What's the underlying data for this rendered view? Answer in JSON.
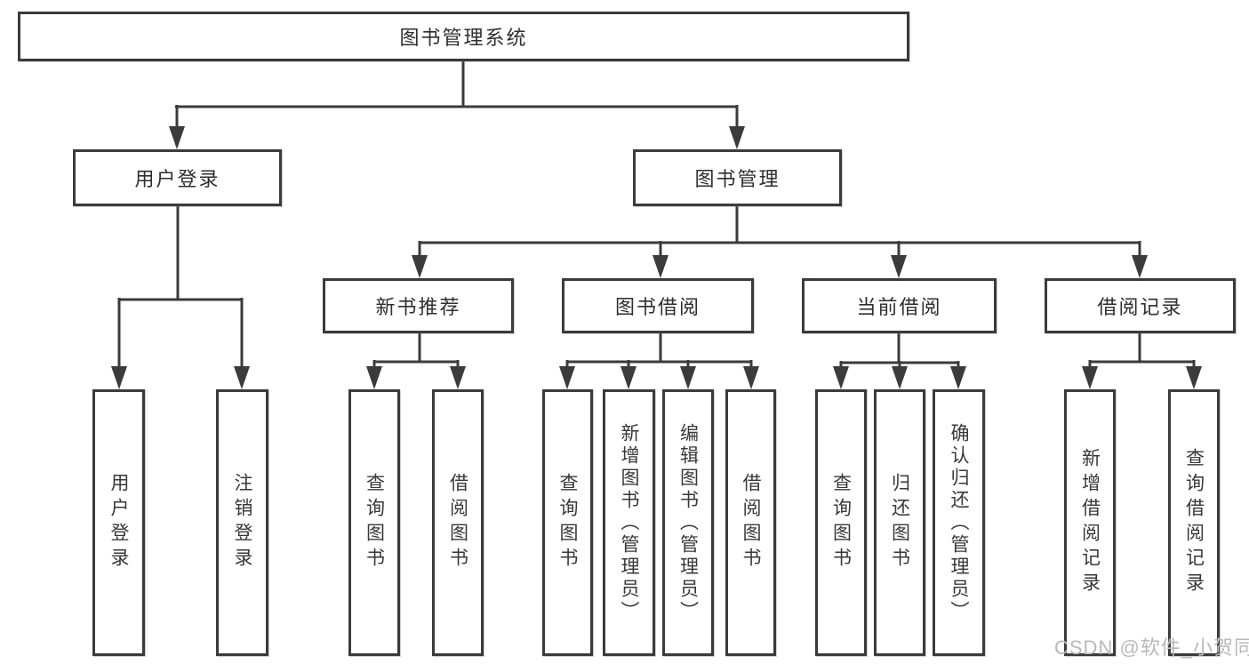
{
  "tree": {
    "label": "图书管理系统",
    "children": [
      {
        "label": "用户登录",
        "children": [
          {
            "label": "用户登录"
          },
          {
            "label": "注销登录"
          }
        ]
      },
      {
        "label": "图书管理",
        "children": [
          {
            "label": "新书推荐",
            "children": [
              {
                "label": "查询图书"
              },
              {
                "label": "借阅图书"
              }
            ]
          },
          {
            "label": "图书借阅",
            "children": [
              {
                "label": "查询图书"
              },
              {
                "label": "新增图书（管理员）"
              },
              {
                "label": "编辑图书（管理员）"
              },
              {
                "label": "借阅图书"
              }
            ]
          },
          {
            "label": "当前借阅",
            "children": [
              {
                "label": "查询图书"
              },
              {
                "label": "归还图书"
              },
              {
                "label": "确认归还（管理员）"
              }
            ]
          },
          {
            "label": "借阅记录",
            "children": [
              {
                "label": "新增借阅记录"
              },
              {
                "label": "查询借阅记录"
              }
            ]
          }
        ]
      }
    ]
  },
  "watermark": {
    "text": "CSDN @软件_小贺同学"
  },
  "colors": {
    "line": "#3b3b3b",
    "box_border": "#3b3b3b",
    "text": "#2e2e2e",
    "watermark": "#b9b9b9",
    "background": "#ffffff"
  }
}
